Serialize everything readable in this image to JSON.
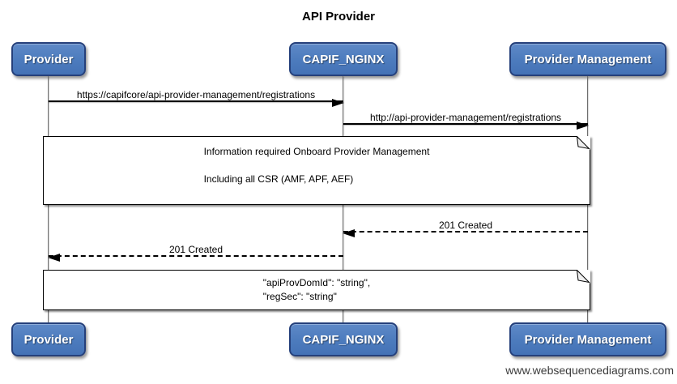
{
  "title": "API Provider",
  "actors": [
    {
      "label": "Provider"
    },
    {
      "label": "CAPIF_NGINX"
    },
    {
      "label": "Provider Management"
    }
  ],
  "messages": [
    {
      "label": "https://capifcore/api-provider-management/registrations",
      "from": "Provider",
      "to": "CAPIF_NGINX",
      "line": "solid",
      "direction": "right"
    },
    {
      "label": "http://api-provider-management/registrations",
      "from": "CAPIF_NGINX",
      "to": "Provider Management",
      "line": "solid",
      "direction": "right"
    },
    {
      "label": "201 Created",
      "from": "Provider Management",
      "to": "CAPIF_NGINX",
      "line": "dashed",
      "direction": "left"
    },
    {
      "label": "201 Created",
      "from": "CAPIF_NGINX",
      "to": "Provider",
      "line": "dashed",
      "direction": "left"
    }
  ],
  "notes": [
    {
      "lines": [
        "Information required Onboard Provider Management",
        "Including all CSR (AMF, APF, AEF)"
      ]
    },
    {
      "lines": [
        "\"apiProvDomId\": \"string\",",
        "\"regSec\": \"string\""
      ]
    }
  ],
  "footer": "www.websequencediagrams.com",
  "colors": {
    "actor_fill": "#4c7bbd",
    "actor_border": "#25407b",
    "actor_text": "#ffffff",
    "line": "#000000",
    "lifeline": "#6f6f6f",
    "note_fill": "#ffffff",
    "background": "#ffffff"
  }
}
